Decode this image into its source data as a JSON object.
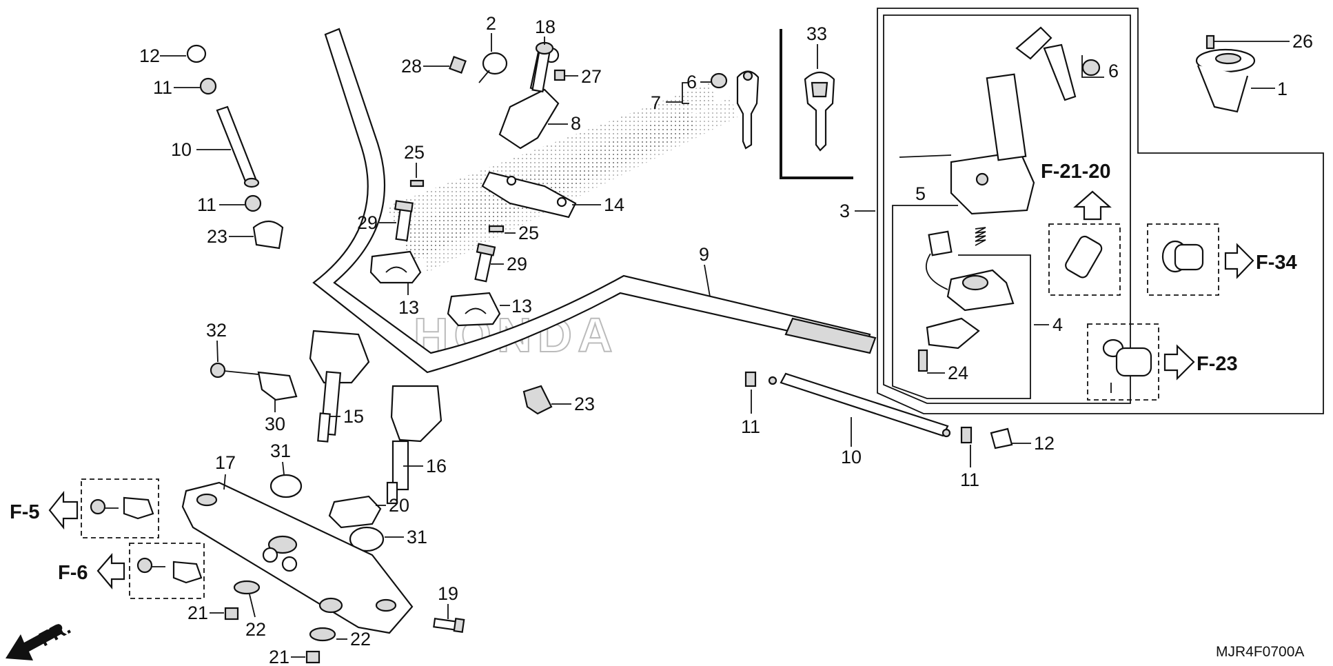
{
  "diagram": {
    "callouts": {
      "p1": "1",
      "p2": "2",
      "p3": "3",
      "p4": "4",
      "p5": "5",
      "p6a": "6",
      "p6b": "6",
      "p7": "7",
      "p8": "8",
      "p9": "9",
      "p10a": "10",
      "p10b": "10",
      "p11a": "11",
      "p11b": "11",
      "p11c": "11",
      "p11d": "11",
      "p12a": "12",
      "p12b": "12",
      "p13a": "13",
      "p13b": "13",
      "p14": "14",
      "p15": "15",
      "p16": "16",
      "p17": "17",
      "p18": "18",
      "p19": "19",
      "p20": "20",
      "p21a": "21",
      "p21b": "21",
      "p22a": "22",
      "p22b": "22",
      "p23a": "23",
      "p23b": "23",
      "p24": "24",
      "p25a": "25",
      "p25b": "25",
      "p26": "26",
      "p27": "27",
      "p28": "28",
      "p29a": "29",
      "p29b": "29",
      "p30": "30",
      "p31a": "31",
      "p31b": "31",
      "p32": "32",
      "p33": "33"
    },
    "refs": {
      "f5": "F-5",
      "f6": "F-6",
      "f2120": "F-21-20",
      "f34": "F-34",
      "f23": "F-23"
    },
    "front_marker": "FR.",
    "drawing_code": "MJR4F0700A",
    "watermark": "HONDA"
  }
}
